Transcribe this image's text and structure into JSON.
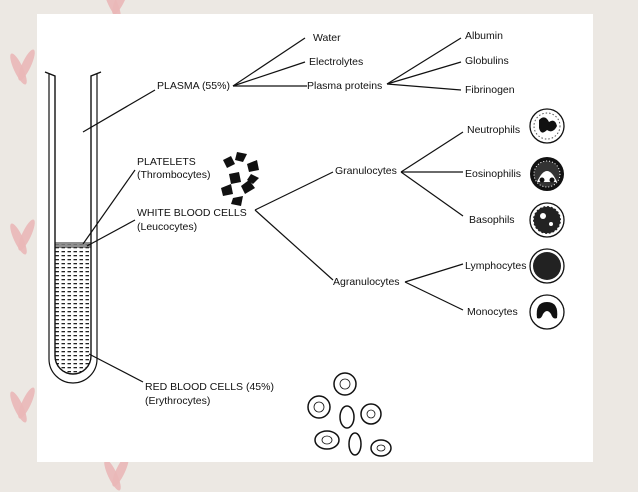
{
  "diagram": {
    "plasma": "PLASMA (55%)",
    "water": "Water",
    "electrolytes": "Electrolytes",
    "plasma_proteins": "Plasma proteins",
    "albumin": "Albumin",
    "globulins": "Globulins",
    "fibrinogen": "Fibrinogen",
    "platelets": "PLATELETS",
    "thrombocytes": "(Thrombocytes)",
    "wbc": "WHITE BLOOD CELLS",
    "leucocytes": "(Leucocytes)",
    "granulocytes": "Granulocytes",
    "agranulocytes": "Agranulocytes",
    "neutrophils": "Neutrophils",
    "eosinophils": "Eosinophilis",
    "basophils": "Basophils",
    "lymphocytes": "Lymphocytes",
    "monocytes": "Monocytes",
    "rbc": "RED BLOOD CELLS (45%)",
    "erythrocytes": "(Erythrocytes)"
  },
  "colors": {
    "background": "#ece8e3",
    "slide": "#ffffff",
    "accent_petal": "#eab7b7",
    "ink": "#111111"
  }
}
